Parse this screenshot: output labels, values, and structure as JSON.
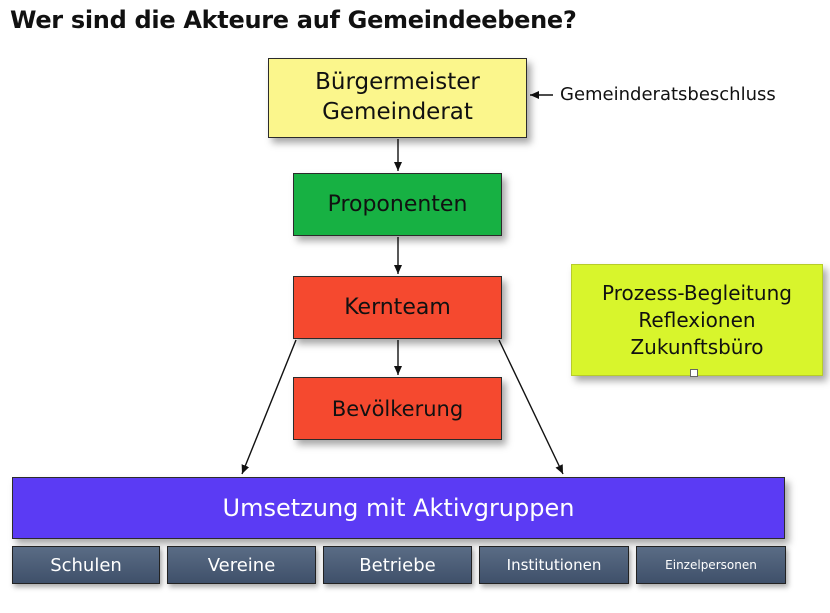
{
  "title": "Wer sind die Akteure auf Gemeindeebene?",
  "nodes": {
    "mayor": {
      "line1": "Bürgermeister",
      "line2": "Gemeinderat"
    },
    "proponenten": "Proponenten",
    "kernteam": "Kernteam",
    "bevoelkerung": "Bevölkerung",
    "process": {
      "line1": "Prozess-Begleitung",
      "line2": "Reflexionen",
      "line3": "Zukunftsbüro"
    },
    "umsetzung": "Umsetzung mit Aktivgruppen"
  },
  "annotation": "Gemeinderatsbeschluss",
  "groups": [
    "Schulen",
    "Vereine",
    "Betriebe",
    "Institutionen",
    "Einzelpersonen"
  ],
  "colors": {
    "mayor": "#fbf68c",
    "proponenten": "#17b143",
    "kernteam": "#f5492f",
    "bevoelkerung": "#f5492f",
    "process": "#d8f52c",
    "umsetzung": "#5b3bf4",
    "groups": "#4b5b74"
  }
}
